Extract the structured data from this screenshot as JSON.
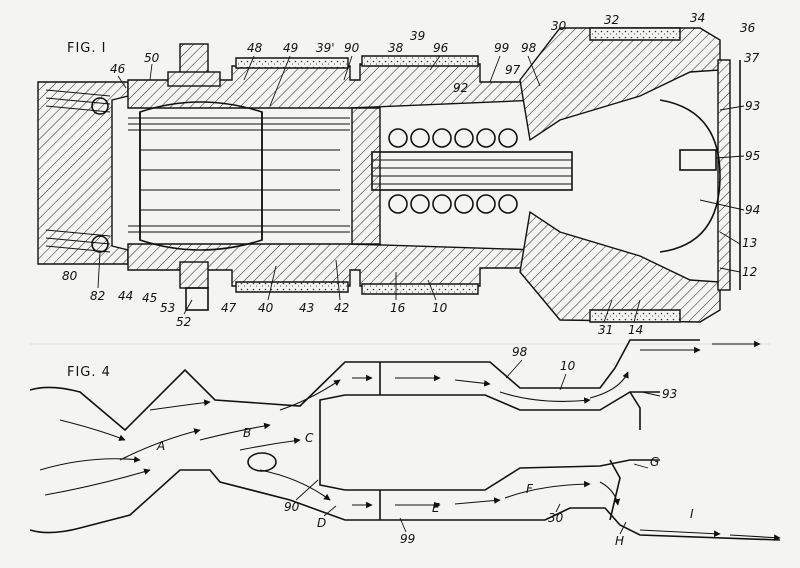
{
  "figures": [
    {
      "id": "fig1",
      "title": "FIG. I"
    },
    {
      "id": "fig4",
      "title": "FIG. 4"
    }
  ],
  "fig1_labels": [
    {
      "text": "46"
    },
    {
      "text": "50"
    },
    {
      "text": "48"
    },
    {
      "text": "49"
    },
    {
      "text": "39'"
    },
    {
      "text": "90"
    },
    {
      "text": "38"
    },
    {
      "text": "39"
    },
    {
      "text": "96"
    },
    {
      "text": "92"
    },
    {
      "text": "99"
    },
    {
      "text": "98"
    },
    {
      "text": "97"
    },
    {
      "text": "30"
    },
    {
      "text": "32"
    },
    {
      "text": "34"
    },
    {
      "text": "36"
    },
    {
      "text": "37"
    },
    {
      "text": "93"
    },
    {
      "text": "95"
    },
    {
      "text": "94"
    },
    {
      "text": "13"
    },
    {
      "text": "12"
    },
    {
      "text": "80"
    },
    {
      "text": "82"
    },
    {
      "text": "44"
    },
    {
      "text": "45"
    },
    {
      "text": "53"
    },
    {
      "text": "52"
    },
    {
      "text": "47"
    },
    {
      "text": "40"
    },
    {
      "text": "43"
    },
    {
      "text": "42"
    },
    {
      "text": "16"
    },
    {
      "text": "10"
    },
    {
      "text": "31"
    },
    {
      "text": "14"
    }
  ],
  "fig4_labels": [
    {
      "text": "98"
    },
    {
      "text": "10"
    },
    {
      "text": "93"
    },
    {
      "text": "A"
    },
    {
      "text": "B"
    },
    {
      "text": "C"
    },
    {
      "text": "G"
    },
    {
      "text": "F"
    },
    {
      "text": "E"
    },
    {
      "text": "D"
    },
    {
      "text": "90"
    },
    {
      "text": "99"
    },
    {
      "text": "30"
    },
    {
      "text": "H"
    },
    {
      "text": "I"
    }
  ]
}
